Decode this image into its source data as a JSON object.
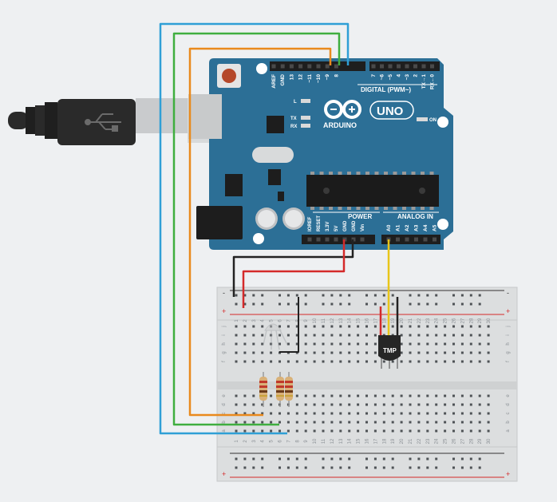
{
  "board": {
    "brand": "ARDUINO",
    "model": "UNO",
    "digital_label": "DIGITAL (PWM~)",
    "power_label": "POWER",
    "analog_label": "ANALOG IN",
    "on_label": "ON",
    "l_label": "L",
    "tx_label": "TX",
    "rx_label": "RX",
    "digital_pins": [
      "AREF",
      "GND",
      "13",
      "12",
      "~11",
      "~10",
      "~9",
      "8",
      "7",
      "~6",
      "~5",
      "4",
      "~3",
      "2",
      "TX→1",
      "RX←0"
    ],
    "power_pins": [
      "IOREF",
      "RESET",
      "3.3V",
      "5V",
      "GND",
      "GND",
      "Vin"
    ],
    "analog_pins": [
      "A0",
      "A1",
      "A2",
      "A3",
      "A4",
      "A5"
    ]
  },
  "sensor": {
    "label": "TMP"
  },
  "breadboard": {
    "rows_top": [
      "j",
      "i",
      "h",
      "g",
      "f"
    ],
    "rows_bottom": [
      "e",
      "d",
      "c",
      "b",
      "a"
    ],
    "plus": "+",
    "minus": "-",
    "columns": 30
  },
  "colors": {
    "board": "#2c6f96",
    "wire_blue": "#2f9fd6",
    "wire_green": "#3fae3f",
    "wire_orange": "#e98a1d",
    "wire_red": "#d42a2a",
    "wire_black": "#222222",
    "wire_yellow": "#e8c51a",
    "rail_red": "#d42a2a",
    "rail_dark": "#333333"
  }
}
